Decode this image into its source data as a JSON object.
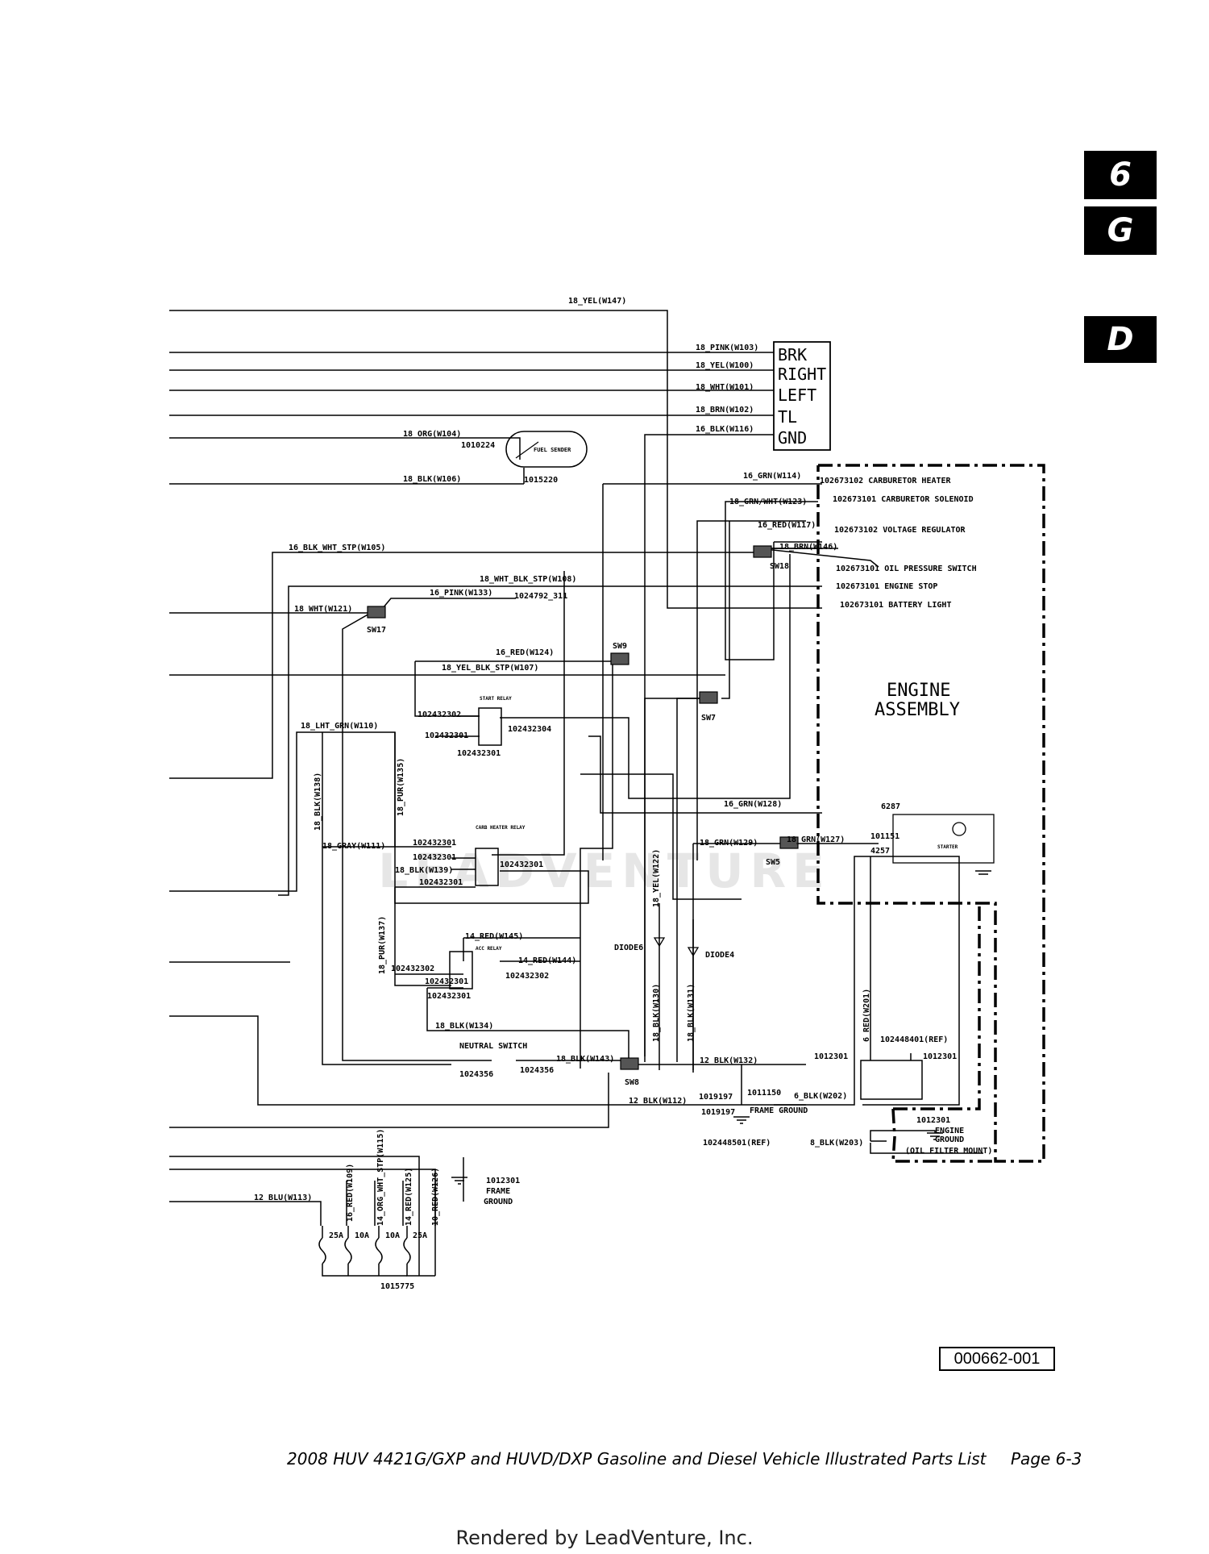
{
  "tabs": [
    "6",
    "G",
    "D"
  ],
  "wires": {
    "w147": "18_YEL(W147)",
    "w103": "18_PINK(W103)",
    "w100": "18_YEL(W100)",
    "w101": "18_WHT(W101)",
    "w102": "18_BRN(W102)",
    "w116": "16_BLK(W116)",
    "w104": "18_ORG(W104)",
    "w106": "18_BLK(W106)",
    "w114": "16_GRN(W114)",
    "w123": "18_GRN/WHT(W123)",
    "w117": "16_RED(W117)",
    "w105": "16_BLK_WHT_STP(W105)",
    "w146": "18_BRN(W146)",
    "w108": "18_WHT_BLK_STP(W108)",
    "w133": "16_PINK(W133)",
    "w121": "18_WHT(W121)",
    "w124": "16_RED(W124)",
    "w107": "18_YEL_BLK_STP(W107)",
    "w110": "18_LHT_GRN(W110)",
    "w138": "18_BLK(W138)",
    "w135": "18_PUR(W135)",
    "w128": "16_GRN(W128)",
    "w111": "18_GRAY(W111)",
    "w139": "18_BLK(W139)",
    "w129": "18_GRN(W129)",
    "w127": "18_GRN(W127)",
    "w122": "18_YEL(W122)",
    "w145": "14_RED(W145)",
    "w144": "14_RED(W144)",
    "w137": "18_PUR(W137)",
    "w134": "18_BLK(W134)",
    "w143": "18_BLK(W143)",
    "w130": "18_BLK(W130)",
    "w131": "18_BLK(W131)",
    "w132": "12_BLK(W132)",
    "w201": "6_RED(W201)",
    "w112": "12_BLK(W112)",
    "w202": "6_BLK(W202)",
    "w203": "8_BLK(W203)",
    "w113": "12_BLU(W113)",
    "w109": "16_RED(W109)",
    "w115": "14_ORG_WHT_STP(W115)",
    "w125": "14_RED(W125)",
    "w126": "10_RED(W126)"
  },
  "connector": {
    "brk": "BRK",
    "right": "RIGHT",
    "left": "LEFT",
    "tl": "TL",
    "gnd": "GND"
  },
  "fuel_sender": {
    "label": "FUEL SENDER",
    "pn1": "1010224",
    "pn2": "1015220"
  },
  "engine": {
    "title1": "ENGINE",
    "title2": "ASSEMBLY",
    "carb_heater": "102673102 CARBURETOR HEATER",
    "carb_solenoid": "102673101 CARBURETOR SOLENOID",
    "voltage_reg": "102673102 VOLTAGE REGULATOR",
    "oil_pressure": "102673101 OIL PRESSURE SWITCH",
    "engine_stop": "102673101 ENGINE STOP",
    "battery_light": "102673101 BATTERY LIGHT"
  },
  "splices": {
    "sw18": "SW18",
    "sw17": "SW17",
    "sw9": "SW9",
    "sw7": "SW7",
    "sw5": "SW5",
    "sw8": "SW8"
  },
  "pn": {
    "p311": "1024792_311",
    "start_relay": "START RELAY",
    "s1": "102432302",
    "s2": "102432301",
    "s3": "102432304",
    "s4": "102432301",
    "carb_relay": "CARB HEATER RELAY",
    "c1": "102432301",
    "c2": "102432301",
    "c3": "102432301",
    "c4": "102432301",
    "acc_relay": "ACC RELAY",
    "a1": "102432302",
    "a2": "102432301",
    "a3": "102432302",
    "a4": "102432301",
    "neutral_switch": "NEUTRAL SWITCH",
    "n1": "1024356",
    "n2": "1024356",
    "diode6": "DIODE6",
    "diode4": "DIODE4",
    "starter": "STARTER",
    "st1": "6287",
    "st2": "101151",
    "st3": "4257",
    "batt_ref": "102448401(REF)",
    "b1": "1012301",
    "b2": "1012301",
    "f1": "1019197",
    "f2": "1011150",
    "f3": "1019197",
    "frame_ground": "FRAME GROUND",
    "ref2": "102448501(REF)",
    "eg1": "1012301",
    "engine_ground1": "ENGINE",
    "engine_ground2": "GROUND",
    "engine_ground3": "(OIL FILTER MOUNT)",
    "fg_pn": "1012301",
    "fg1": "FRAME",
    "fg2": "GROUND",
    "fuse_block": "1015775",
    "fuse1": "25A",
    "fuse2": "10A",
    "fuse3": "10A",
    "fuse4": "25A"
  },
  "ref_code": "000662-001",
  "footer": {
    "title": "2008 HUV 4421G/GXP and HUVD/DXP Gasoline and Diesel Vehicle Illustrated Parts List",
    "page": "Page 6-3"
  },
  "watermark": "LEADVENTURE",
  "rendered_by": "Rendered by LeadVenture, Inc."
}
